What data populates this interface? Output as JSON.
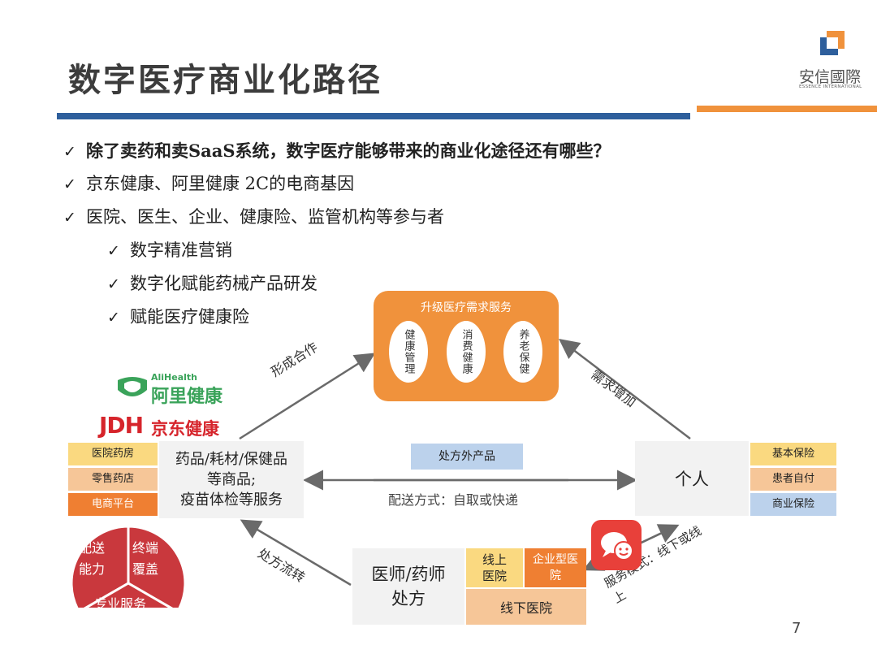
{
  "slide": {
    "title": "数字医疗商业化路径",
    "page_number": "7",
    "brand": {
      "name_cn": "安信國際",
      "name_en": "ESSENCE INTERNATIONAL"
    },
    "accent_blue": "#2e5f9c",
    "accent_orange": "#f0923c"
  },
  "bullets": [
    {
      "level": 1,
      "text": "除了卖药和卖SaaS系统，数字医疗能够带来的商业化途径还有哪些？",
      "bold": true
    },
    {
      "level": 1,
      "text": "京东健康、阿里健康 2C的电商基因",
      "bold": false
    },
    {
      "level": 1,
      "text": "医院、医生、企业、健康险、监管机构等参与者",
      "bold": false
    },
    {
      "level": 2,
      "text": "数字精准营销",
      "bold": false
    },
    {
      "level": 2,
      "text": "数字化赋能药械产品研发",
      "bold": false
    },
    {
      "level": 2,
      "text": "赋能医疗健康险",
      "bold": false
    }
  ],
  "check_symbol": "✓",
  "diagram": {
    "upgrade_box": {
      "title": "升级医疗需求服务",
      "items": [
        "健康管理",
        "消费健康",
        "养老保健"
      ]
    },
    "logos": {
      "alihealth_en": "AliHealth",
      "alihealth_cn": "阿里健康",
      "jdh_en": "JDH",
      "jdh_cn": "京东健康"
    },
    "left_tags": [
      "医院药房",
      "零售药店",
      "电商平台"
    ],
    "products_box": [
      "药品/耗材/保健品",
      "等商品;",
      "疫苗体检等服务"
    ],
    "pie_labels": [
      "配送能力",
      "终端覆盖",
      "专业服务"
    ],
    "person_box": "个人",
    "right_tags": [
      "基本保险",
      "患者自付",
      "商业保险"
    ],
    "doctor_box": [
      "医师/药师",
      "处方"
    ],
    "online_hospital": "线上医院",
    "enterprise_hospital": "企业型医院",
    "offline_hospital": "线下医院",
    "outside_prescription": "处方外产品",
    "delivery": "配送方式：自取或快递",
    "edges": {
      "cooperation": "形成合作",
      "demand_increase": "需求增加",
      "prescription_flow": "处方流转",
      "service_mode": "服务模式：线下或线上"
    }
  }
}
